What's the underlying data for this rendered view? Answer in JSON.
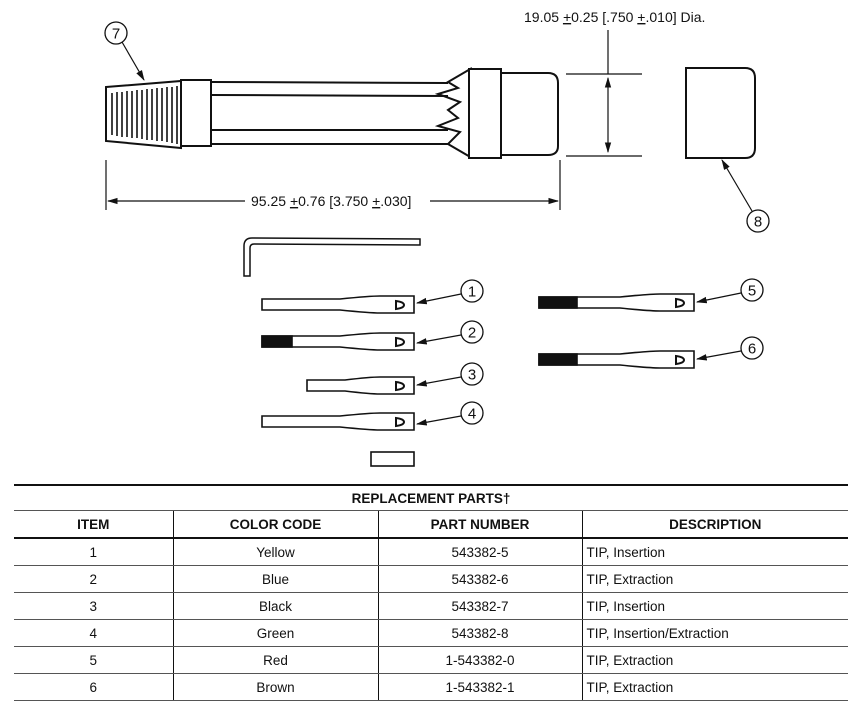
{
  "drawing": {
    "diameter_dim": {
      "nominal": "19.05",
      "tol_sign": "+",
      "tol": "0.25 [.750 ",
      "tol_sign2": "+",
      "tol2": ".010] Dia."
    },
    "length_dim": {
      "nominal": "95.25 ",
      "tol_sign": "+",
      "tol": "0.76 [3.750 ",
      "tol_sign2": "+",
      "tol2": ".030]"
    },
    "callouts": [
      "1",
      "2",
      "3",
      "4",
      "5",
      "6",
      "7",
      "8"
    ]
  },
  "table": {
    "title": "REPLACEMENT PARTS†",
    "headers": [
      "ITEM",
      "COLOR CODE",
      "PART NUMBER",
      "DESCRIPTION"
    ],
    "rows": [
      [
        "1",
        "Yellow",
        "543382-5",
        "TIP, Insertion"
      ],
      [
        "2",
        "Blue",
        "543382-6",
        "TIP, Extraction"
      ],
      [
        "3",
        "Black",
        "543382-7",
        "TIP, Insertion"
      ],
      [
        "4",
        "Green",
        "543382-8",
        "TIP, Insertion/Extraction"
      ],
      [
        "5",
        "Red",
        "1-543382-0",
        "TIP, Extraction"
      ],
      [
        "6",
        "Brown",
        "1-543382-1",
        "TIP, Extraction"
      ]
    ]
  }
}
